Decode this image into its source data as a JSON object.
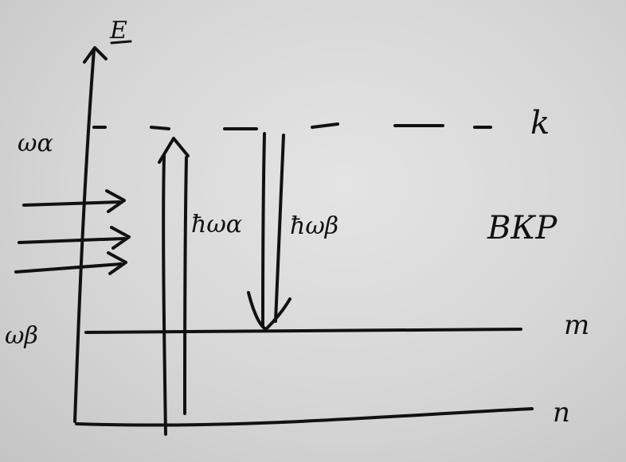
{
  "diagram": {
    "axis_label": "E",
    "levels": {
      "virtual": "k",
      "upper": "m",
      "ground": "n"
    },
    "left_labels": {
      "top": "ωα",
      "bottom": "ωβ"
    },
    "transitions": {
      "absorption": "ħωα",
      "emission": "ħωβ"
    },
    "process": "ВКР"
  }
}
